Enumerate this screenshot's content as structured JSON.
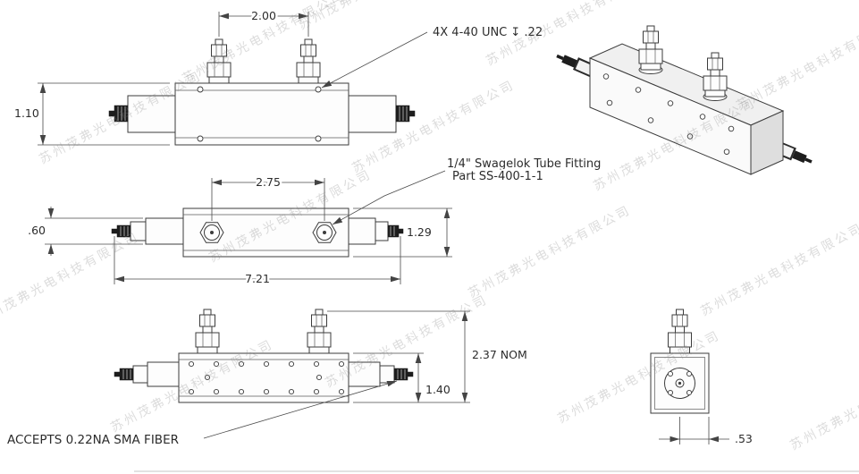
{
  "watermark": {
    "text": "苏州茂弗光电科技有限公司"
  },
  "views": {
    "top_view": {
      "dim_fitting_spacing": "2.00",
      "dim_body_width": "1.10",
      "callout_tapped_holes": "4X 4-40 UNC ↧ .22"
    },
    "front_view": {
      "dim_port_spacing": "2.75",
      "dim_connector_dia": ".60",
      "dim_body_height": "1.29",
      "dim_overall_length": "7.21",
      "callout_fitting_line1": "1/4\" Swagelok Tube Fitting",
      "callout_fitting_line2": "Part SS-400-1-1"
    },
    "bottom_view": {
      "dim_overall_height": "2.37 NOM",
      "dim_body_height": "1.40",
      "callout_fiber": "ACCEPTS 0.22NA SMA FIBER"
    },
    "end_view": {
      "dim_offset": ".53"
    }
  }
}
